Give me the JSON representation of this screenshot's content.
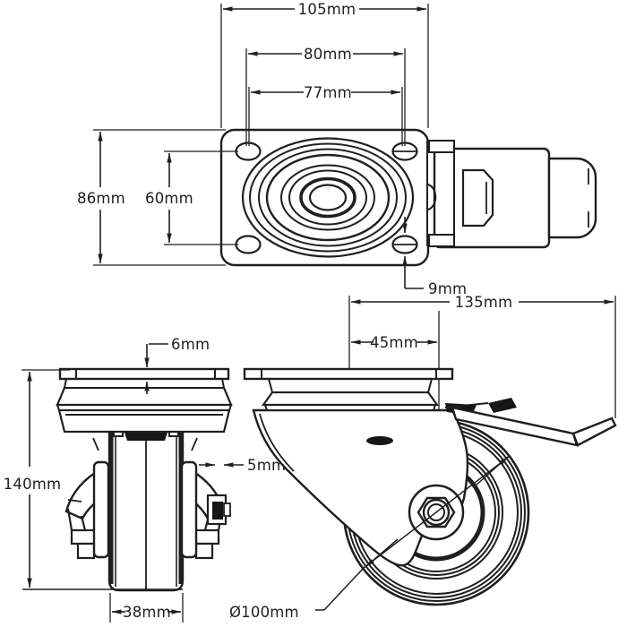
{
  "drawing": {
    "unit_suffix": "mm",
    "colors": {
      "line": "#1f1f1f",
      "background": "#ffffff",
      "dark_fill": "#161616"
    },
    "top_view": {
      "plate_width": "105mm",
      "bolt_spacing_outer": "80mm",
      "bolt_spacing_inner": "77mm",
      "plate_depth": "86mm",
      "bolt_spacing_depth": "60mm",
      "bolt_hole_diameter": "9mm"
    },
    "side_view": {
      "overall_length": "135mm",
      "swivel_offset": "45mm",
      "wheel_diameter": "Ø100mm"
    },
    "front_view": {
      "plate_thickness": "6mm",
      "overall_height": "140mm",
      "fork_steel_thickness": "5mm",
      "wheel_width": "38mm"
    }
  }
}
